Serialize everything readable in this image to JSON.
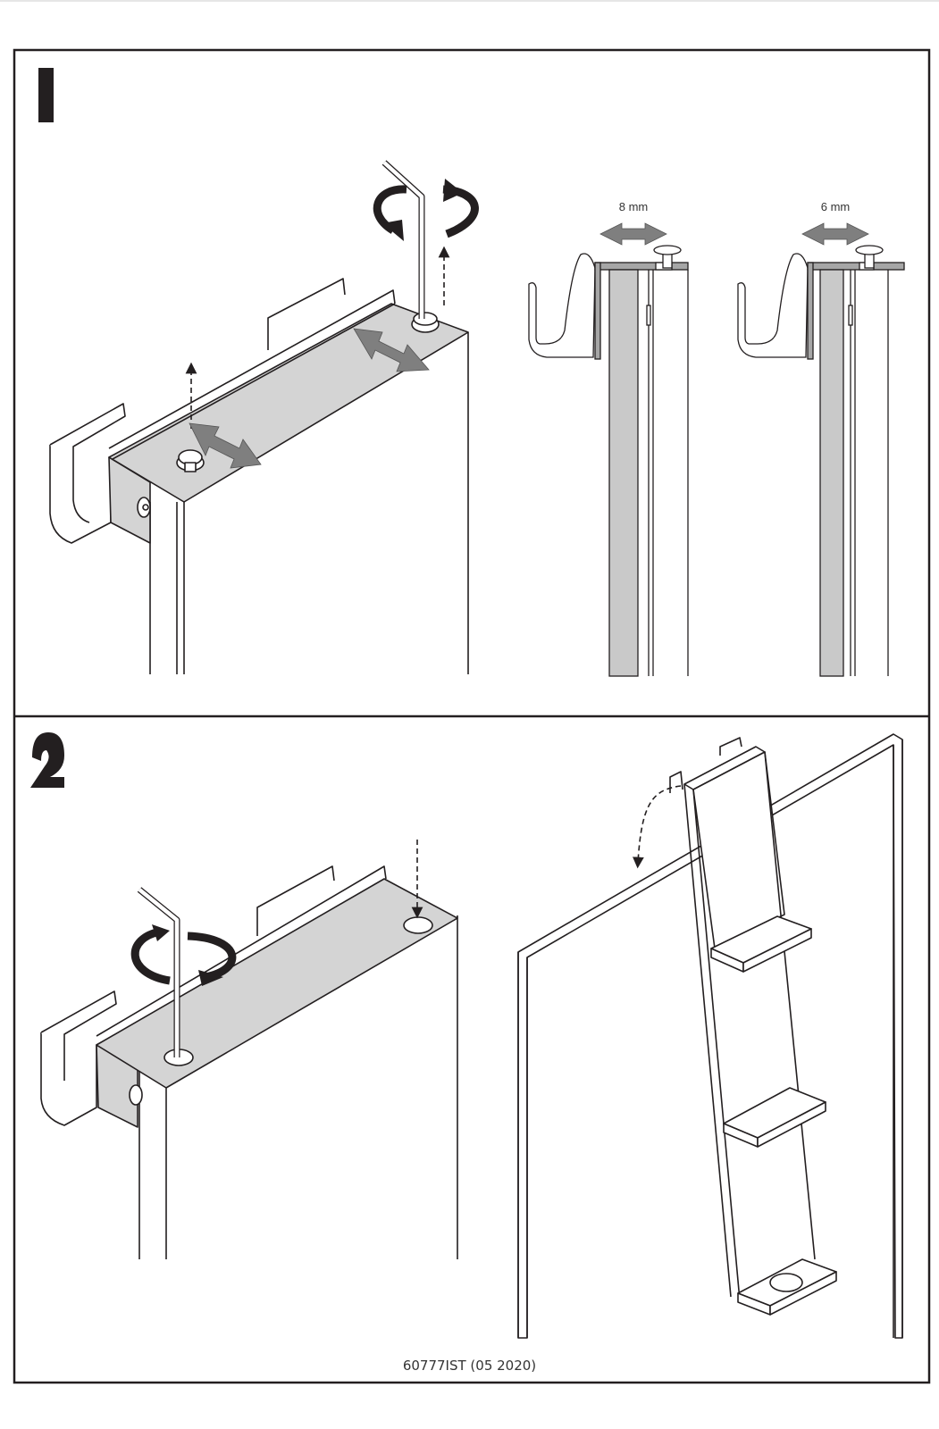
{
  "document": {
    "footer_code": "60777IST (05 2020)"
  },
  "steps": [
    {
      "number": "1",
      "details": [
        {
          "measurement": "8 mm"
        },
        {
          "measurement": "6 mm"
        }
      ]
    },
    {
      "number": "2"
    }
  ],
  "colors": {
    "line": "#231f20",
    "bracket_fill": "#d4d4d4",
    "arrow_gray": "#7f7f7f",
    "panel_gray": "#c9c9c9"
  }
}
